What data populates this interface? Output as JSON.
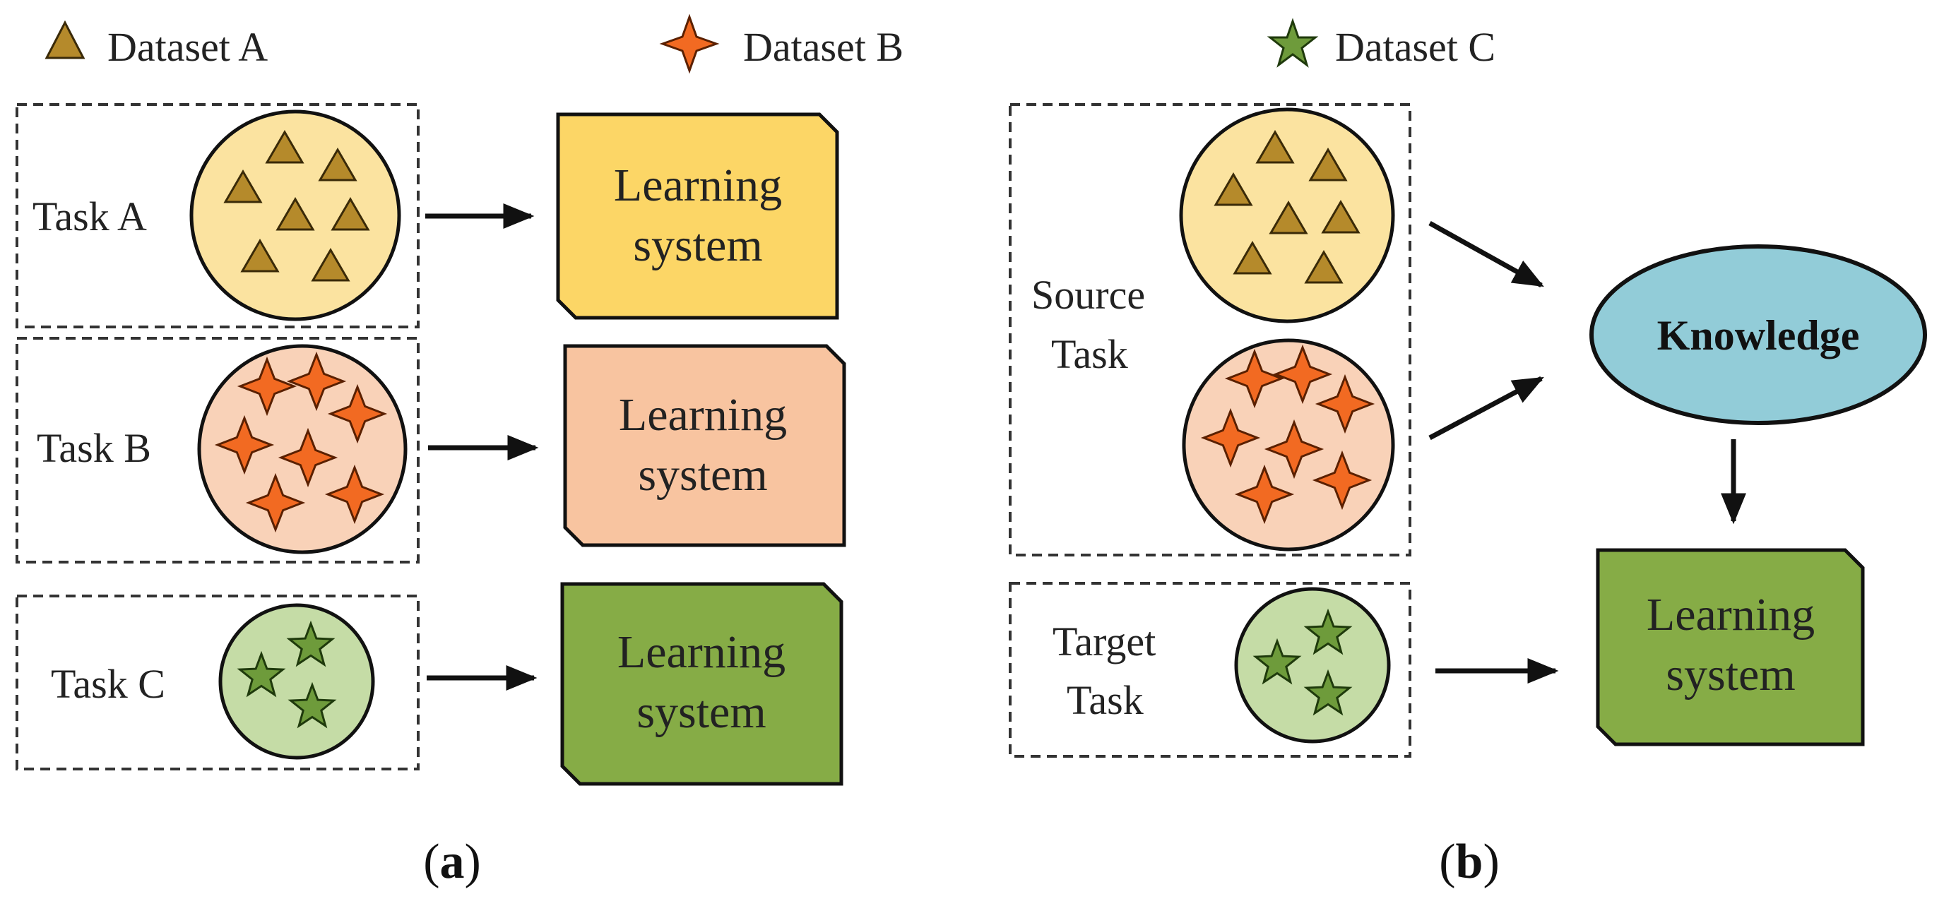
{
  "legend": {
    "dataset_a": "Dataset A",
    "dataset_b": "Dataset B",
    "dataset_c": "Dataset C"
  },
  "panel_a": {
    "label": "(a)",
    "label_letter": "a",
    "tasks": [
      {
        "name": "Task A",
        "dataset": "A",
        "system_line1": "Learning",
        "system_line2": "system"
      },
      {
        "name": "Task B",
        "dataset": "B",
        "system_line1": "Learning",
        "system_line2": "system"
      },
      {
        "name": "Task C",
        "dataset": "C",
        "system_line1": "Learning",
        "system_line2": "system"
      }
    ]
  },
  "panel_b": {
    "label": "(b)",
    "label_letter": "b",
    "source_task_line1": "Source",
    "source_task_line2": "Task",
    "target_task_line1": "Target",
    "target_task_line2": "Task",
    "knowledge": "Knowledge",
    "system_line1": "Learning",
    "system_line2": "system"
  },
  "colors": {
    "dataset_a_circle": "#fbe3a0",
    "dataset_a_marker": "#b58a2b",
    "dataset_b_circle": "#f9d2b8",
    "dataset_b_marker": "#f26a22",
    "dataset_c_circle": "#c5dca6",
    "dataset_c_marker": "#6e9b3b",
    "system_a": "#fcd666",
    "system_b": "#f8c4a0",
    "system_c": "#86ac46",
    "knowledge": "#92ccd8"
  },
  "icons": {
    "dataset_a": "triangle-icon",
    "dataset_b": "four-point-star-icon",
    "dataset_c": "five-point-star-icon",
    "arrow": "right-arrow-icon"
  }
}
